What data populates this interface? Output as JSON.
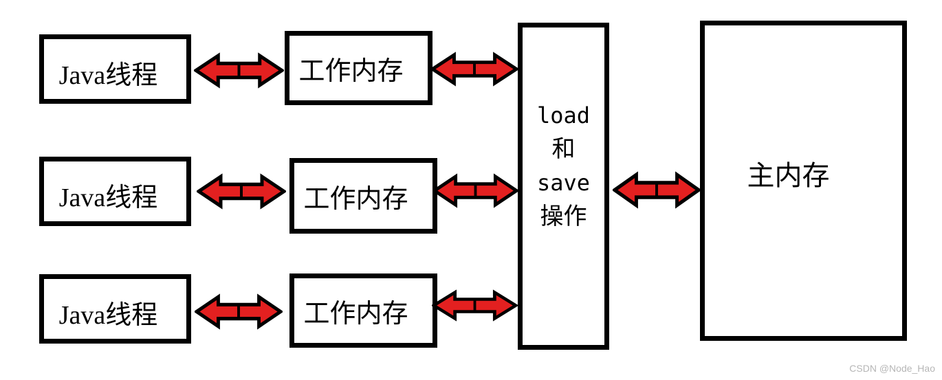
{
  "diagram": {
    "background": "#ffffff",
    "colors": {
      "arrow_fill": "#e32020",
      "arrow_outline": "#000000",
      "box_border": "#000000",
      "text": "#000000",
      "watermark_text": "#b6b6b6"
    },
    "java_threads": [
      {
        "label": "Java线程"
      },
      {
        "label": "Java线程"
      },
      {
        "label": "Java线程"
      }
    ],
    "working_memories": [
      {
        "label": "工作内存"
      },
      {
        "label": "工作内存"
      },
      {
        "label": "工作内存"
      }
    ],
    "load_save_box": {
      "lines": [
        "load",
        "和",
        "save",
        "操作"
      ]
    },
    "main_memory": {
      "label": "主内存"
    },
    "watermark": "CSDN @Node_Hao"
  }
}
